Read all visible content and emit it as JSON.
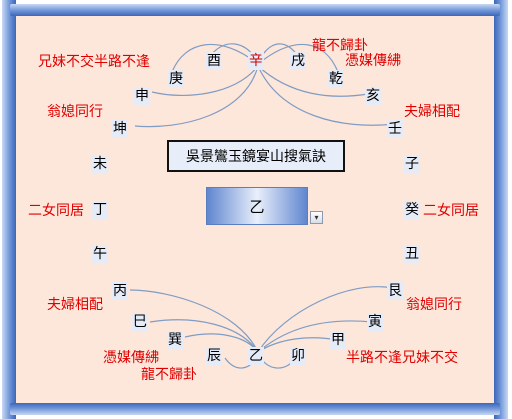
{
  "title": "吳景鸞玉鏡宴山搜氣訣",
  "selector": {
    "value": "乙",
    "arrow": "▾"
  },
  "ring": {
    "you": "酉",
    "xin": "辛",
    "xu": "戌",
    "geng": "庚",
    "qian": "乾",
    "shen": "申",
    "hai": "亥",
    "kun": "坤",
    "ren": "壬",
    "wei": "未",
    "zi": "子",
    "ding": "丁",
    "gui": "癸",
    "wu": "午",
    "chou": "丑",
    "bing": "丙",
    "gen": "艮",
    "si": "巳",
    "yin": "寅",
    "xun": "巽",
    "jia": "甲",
    "chen": "辰",
    "yi": "乙",
    "mao": "卯"
  },
  "phrases": {
    "top_long_dragon": "龍不歸卦",
    "top_marry": "憑媒傳紼",
    "top_half_road": "兄妹不交半路不逢",
    "top_grandma": "翁媳同行",
    "top_couple": "夫婦相配",
    "mid_left_two_women": "二女同居",
    "mid_right_two_women": "二女同居",
    "bot_couple": "夫婦相配",
    "bot_grandma": "翁媳同行",
    "bot_marry": "憑媒傳紼",
    "bot_long_dragon": "龍不歸卦",
    "bot_half_road": "半路不逢兄妹不交"
  },
  "colors": {
    "panel": "#fde7db",
    "phrase": "#e00000",
    "arc": "#7f9cc4"
  }
}
